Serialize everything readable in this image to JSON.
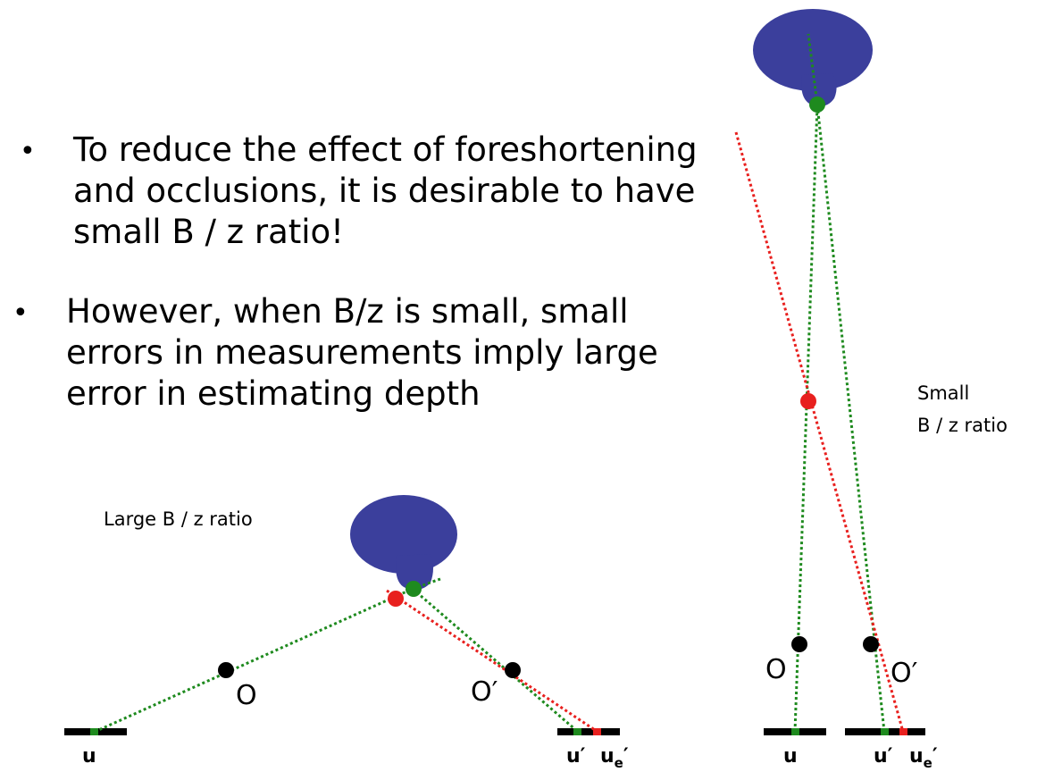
{
  "bullets": [
    {
      "lines": [
        "To reduce the effect of foreshortening",
        "and occlusions, it is desirable to have",
        "small B / z ratio!"
      ]
    },
    {
      "lines": [
        "However, when B/z is small, small",
        "errors in measurements  imply large",
        "error in estimating depth"
      ]
    }
  ],
  "bullet_glyph": "•",
  "labels": {
    "large_ratio": "Large B / z ratio",
    "small_ratio_line1": "Small",
    "small_ratio_line2": "B / z ratio"
  },
  "points": {
    "o": "O",
    "o_prime": "O′",
    "u": "u",
    "u_prime": "u′",
    "u_e": "u",
    "u_e_sub": "e",
    "u_e_prime": "′"
  },
  "colors": {
    "eye": "#3b3f9c",
    "true_ray": "#1e8a1e",
    "error_ray": "#e8201e",
    "sensor": "#000000",
    "point": "#000000"
  }
}
